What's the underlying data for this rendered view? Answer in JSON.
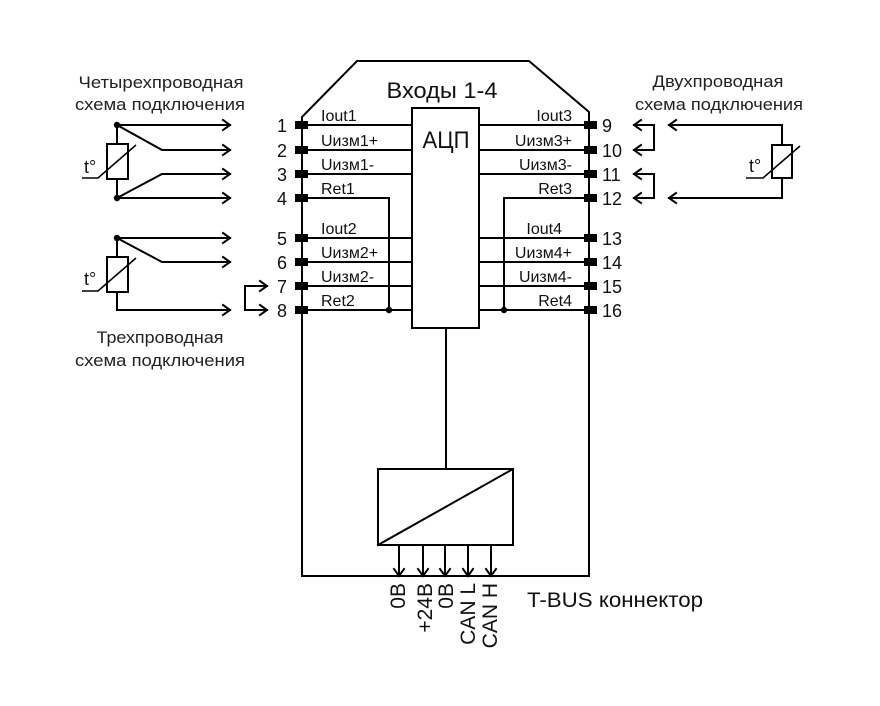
{
  "module": {
    "title": "Входы 1-4",
    "adc_label": "АЦП"
  },
  "left_terminals": [
    {
      "num": "1",
      "label": "Iout1"
    },
    {
      "num": "2",
      "label": "Uизм1+"
    },
    {
      "num": "3",
      "label": "Uизм1-"
    },
    {
      "num": "4",
      "label": "Ret1"
    },
    {
      "num": "5",
      "label": "Iout2"
    },
    {
      "num": "6",
      "label": "Uизм2+"
    },
    {
      "num": "7",
      "label": "Uизм2-"
    },
    {
      "num": "8",
      "label": "Ret2"
    }
  ],
  "right_terminals": [
    {
      "num": "9",
      "label": "Iout3"
    },
    {
      "num": "10",
      "label": "Uизм3+"
    },
    {
      "num": "11",
      "label": "Uизм3-"
    },
    {
      "num": "12",
      "label": "Ret3"
    },
    {
      "num": "13",
      "label": "Iout4"
    },
    {
      "num": "14",
      "label": "Uизм4+"
    },
    {
      "num": "15",
      "label": "Uизм4-"
    },
    {
      "num": "16",
      "label": "Ret4"
    }
  ],
  "schemes": {
    "four_wire": {
      "title_line1": "Четырехпроводная",
      "title_line2": "схема подключения",
      "temp_label": "t°"
    },
    "three_wire": {
      "title_line1": "Трехпроводная",
      "title_line2": "схема подключения",
      "temp_label": "t°"
    },
    "two_wire": {
      "title_line1": "Двухпроводная",
      "title_line2": "схема подключения",
      "temp_label": "t°"
    }
  },
  "bus": {
    "pins": [
      "0В",
      "+24В",
      "0В",
      "CAN L",
      "CAN H"
    ],
    "connector_label": "T-BUS коннектор"
  }
}
